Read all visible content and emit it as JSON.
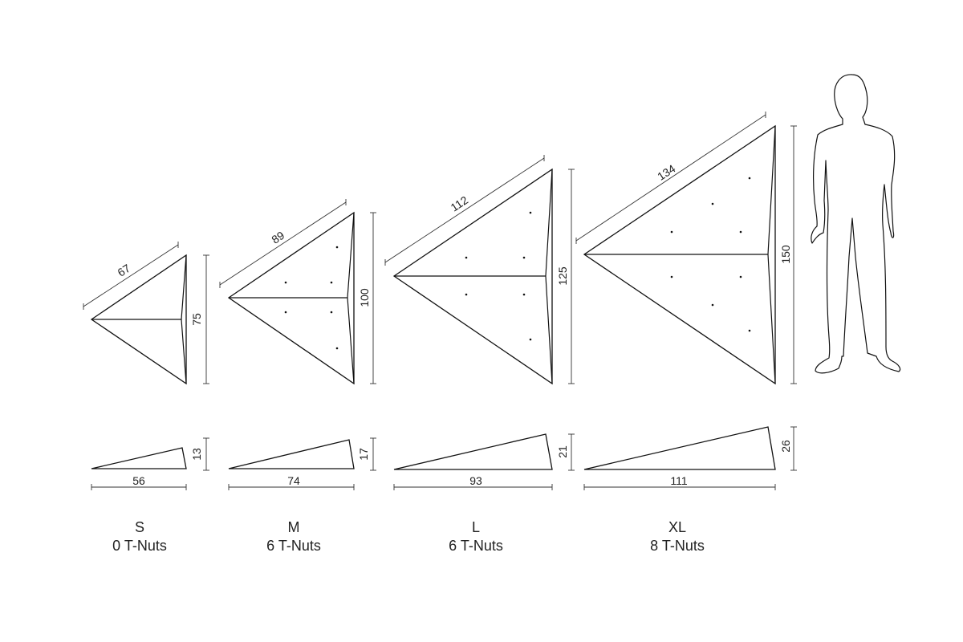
{
  "colors": {
    "line": "#111111",
    "background": "#ffffff"
  },
  "volumes": [
    {
      "size": "S",
      "tnuts": "0 T-Nuts",
      "hypotenuse": "67",
      "height": "75",
      "depth": "13",
      "length": "56"
    },
    {
      "size": "M",
      "tnuts": "6 T-Nuts",
      "hypotenuse": "89",
      "height": "100",
      "depth": "17",
      "length": "74"
    },
    {
      "size": "L",
      "tnuts": "6 T-Nuts",
      "hypotenuse": "112",
      "height": "125",
      "depth": "21",
      "length": "93"
    },
    {
      "size": "XL",
      "tnuts": "8 T-Nuts",
      "hypotenuse": "134",
      "height": "150",
      "depth": "26",
      "length": "111"
    }
  ],
  "scale_figure": {
    "icon": "person-silhouette-icon"
  }
}
